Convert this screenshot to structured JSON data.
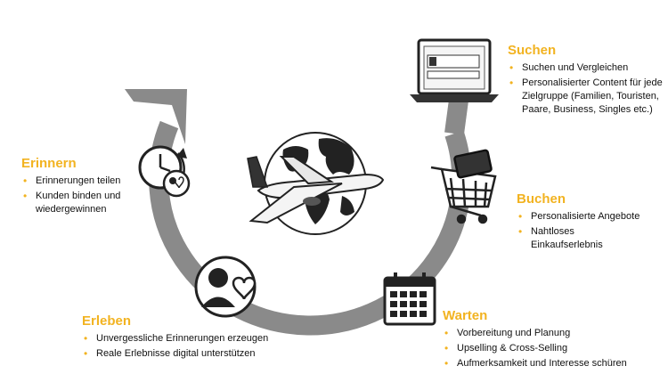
{
  "colors": {
    "accent": "#f2b321",
    "cycle": "#8a8a8a",
    "text": "#111111"
  },
  "stages": {
    "suchen": {
      "title": "Suchen",
      "items": [
        "Suchen und Vergleichen",
        "Personalisierter Content für jede Zielgruppe (Familien, Touristen, Paare, Business, Singles etc.)"
      ]
    },
    "buchen": {
      "title": "Buchen",
      "items": [
        "Personalisierte Angebote",
        "Nahtloses Einkaufserlebnis"
      ]
    },
    "warten": {
      "title": "Warten",
      "items": [
        "Vorbereitung und Planung",
        "Upselling & Cross-Selling",
        "Aufmerksamkeit und Interesse schüren"
      ]
    },
    "erleben": {
      "title": "Erleben",
      "items": [
        "Unvergessliche Erinnerungen erzeugen",
        "Reale Erlebnisse digital unterstützen"
      ]
    },
    "erinnern": {
      "title": "Erinnern",
      "items": [
        "Erinnerungen teilen",
        "Kunden binden und wiedergewinnen"
      ]
    }
  },
  "icons": [
    "laptop-icon",
    "shopping-cart-icon",
    "calendar-icon",
    "people-heart-icon",
    "clock-icon",
    "globe-icon",
    "airplane-icon"
  ]
}
